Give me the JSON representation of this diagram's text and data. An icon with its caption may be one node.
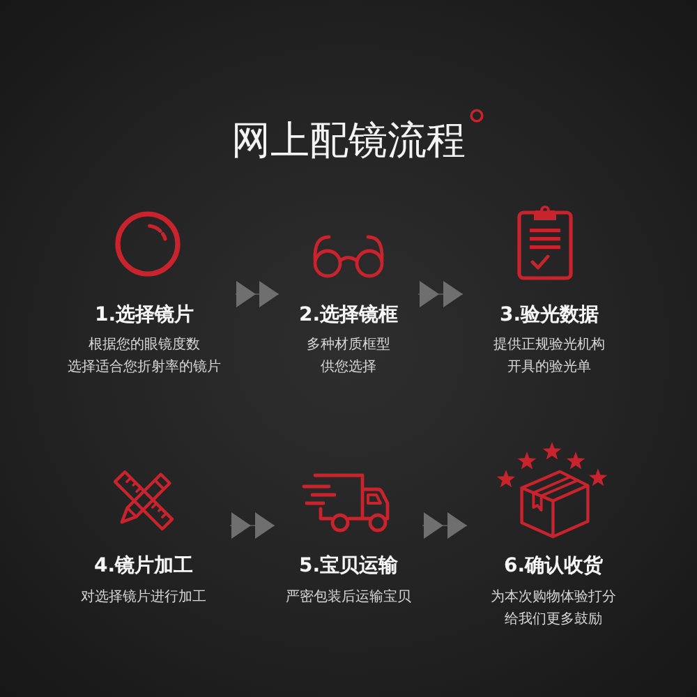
{
  "diagram": {
    "title": "网上配镜流程",
    "nodes": [
      {
        "text": [
          "1.选择镜片",
          "根据您的眼镜度数选择适合您折射率的镜片"
        ]
      },
      {
        "text": [
          "2.选择镜框",
          "多种材质框型供您选择"
        ]
      },
      {
        "text": [
          "3.验光数据",
          "提供正规验光机构开具的验光单"
        ]
      },
      {
        "text": [
          "4.镜片加工",
          "对选择镜片进行加工"
        ]
      },
      {
        "text": [
          "5.宝贝运输",
          "严密包装后运输宝贝"
        ]
      },
      {
        "text": [
          "6.确认收货",
          "为本次购物体验打分给我们更多鼓励"
        ]
      }
    ],
    "edges": [
      {
        "from": 0,
        "to": 1,
        "arrow": "to"
      },
      {
        "from": 1,
        "to": 2,
        "arrow": "to"
      },
      {
        "from": 3,
        "to": 4,
        "arrow": "to"
      },
      {
        "from": 4,
        "to": 5,
        "arrow": "to"
      }
    ]
  }
}
